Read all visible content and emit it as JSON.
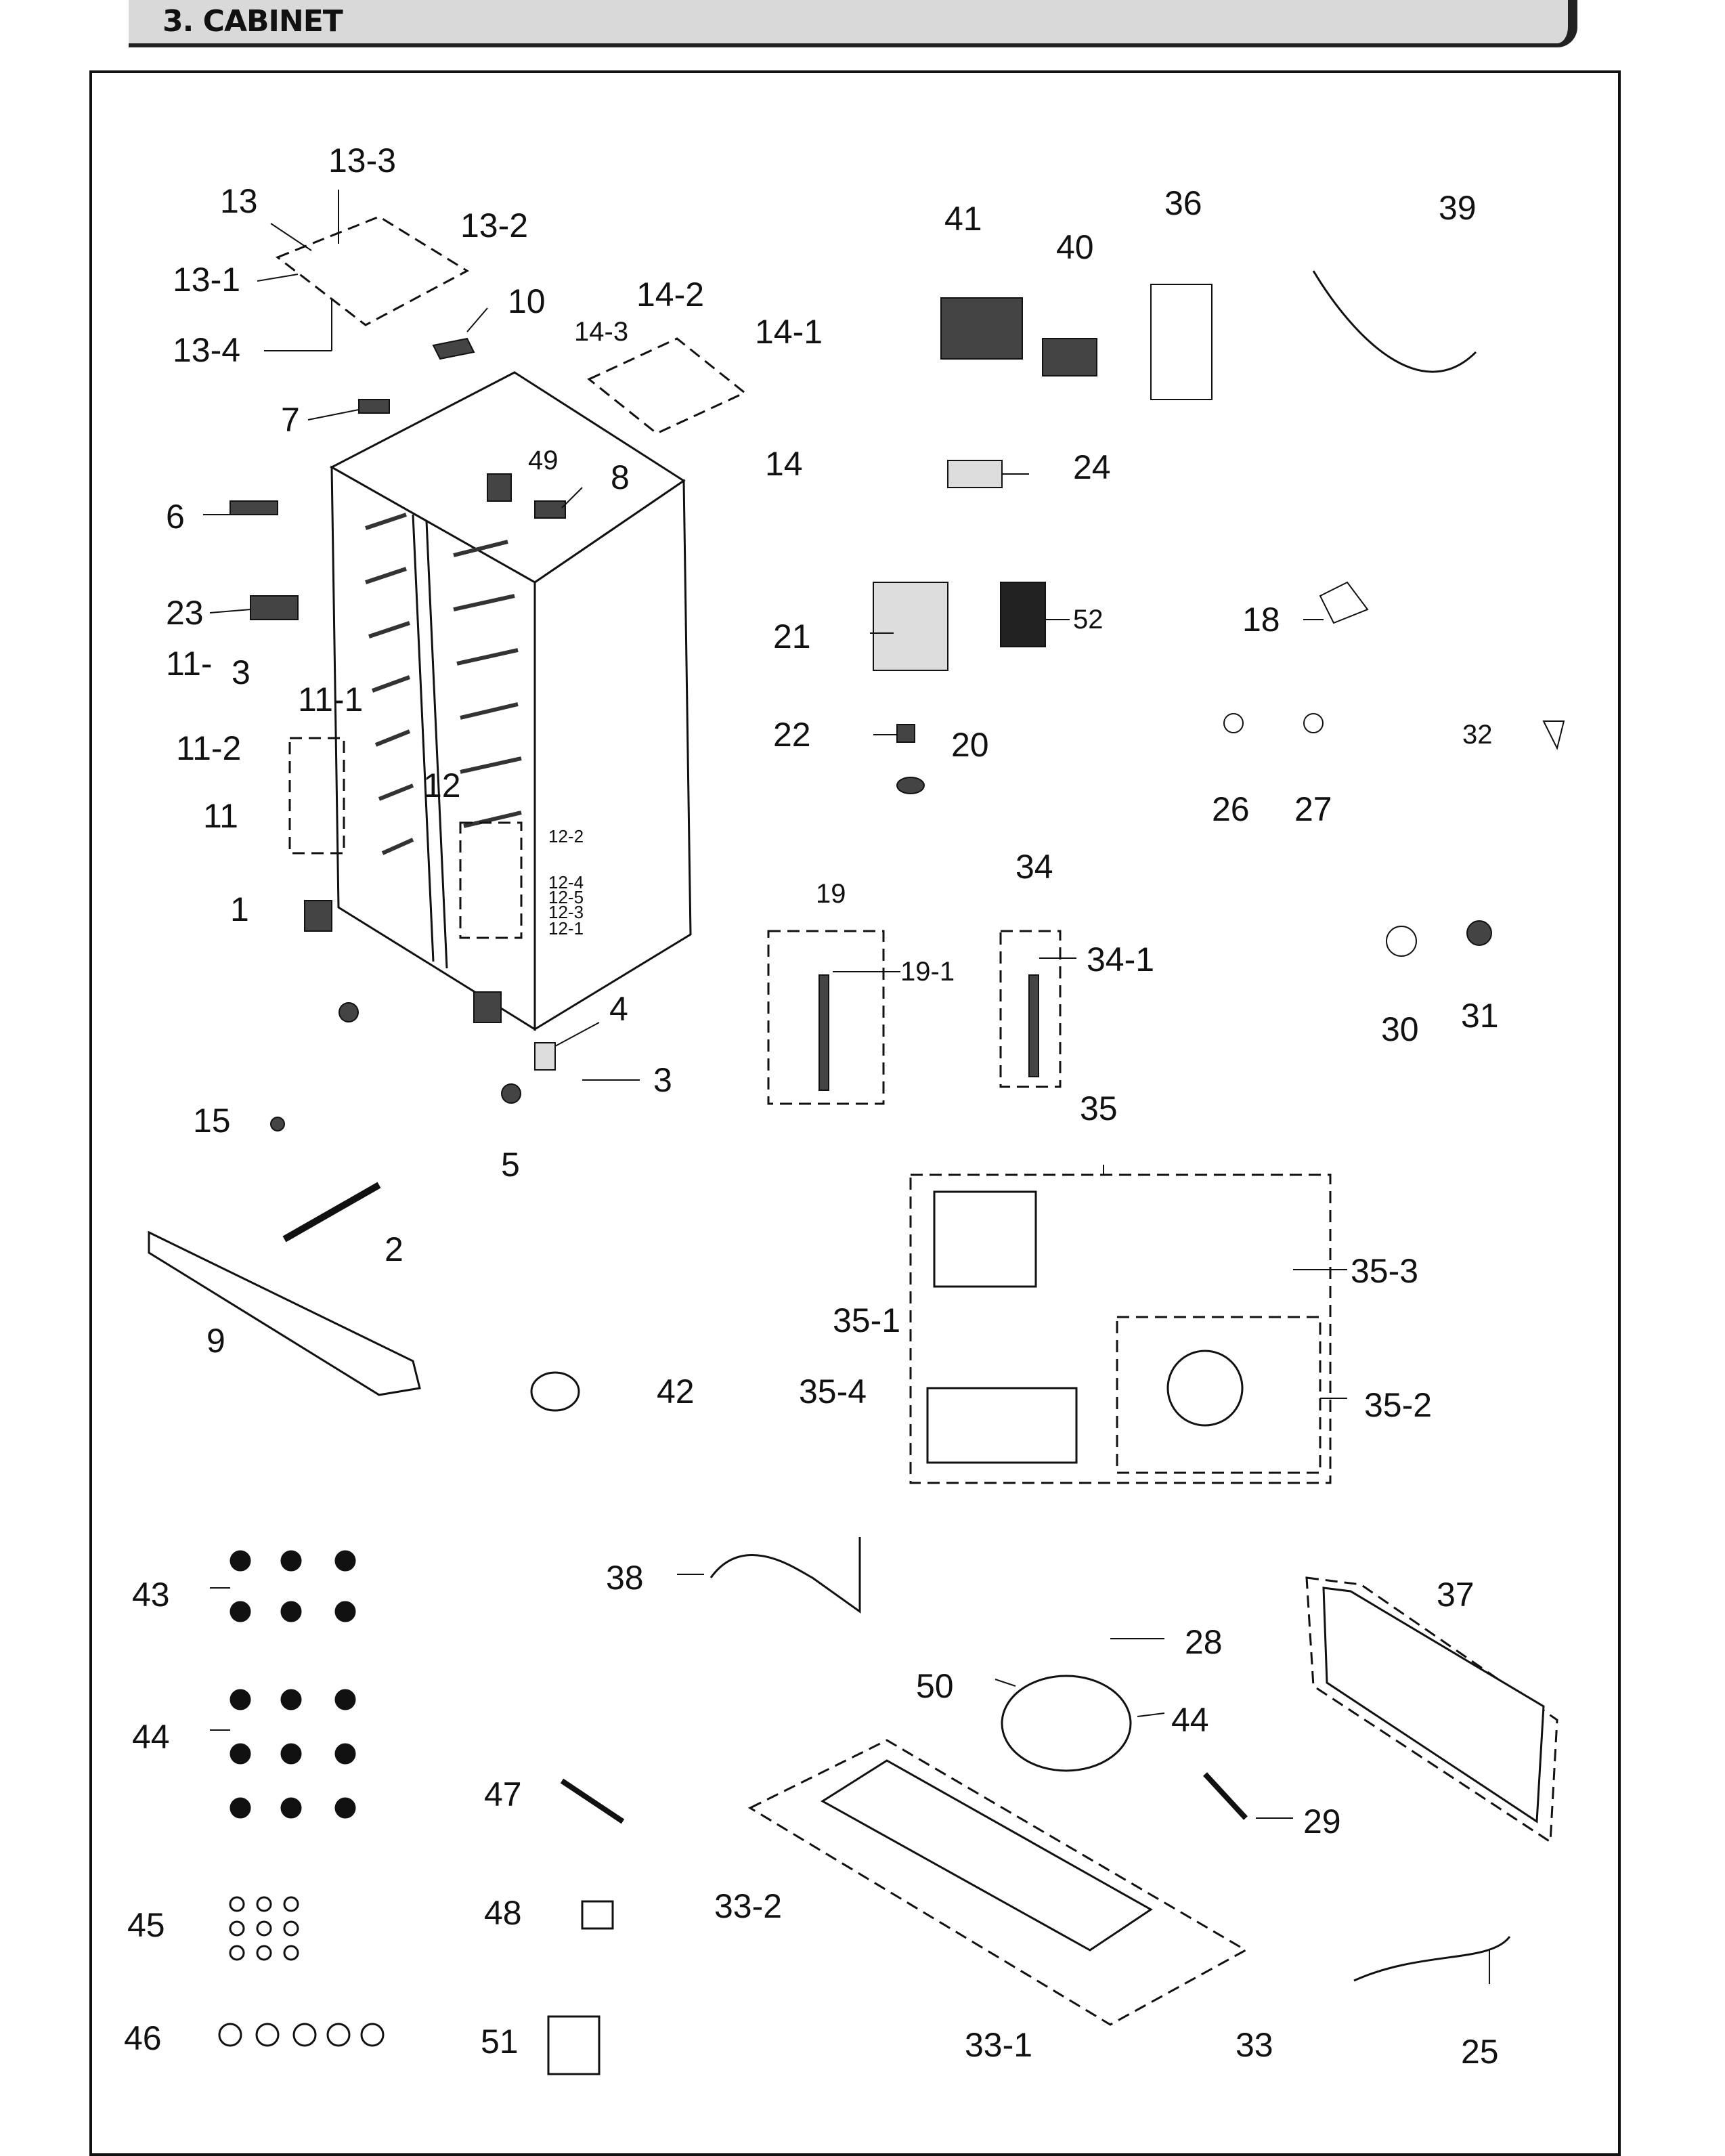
{
  "header": {
    "title": "3. CABINET"
  },
  "callouts": {
    "c13_3": "13-3",
    "c13": "13",
    "c13_2": "13-2",
    "c13_1": "13-1",
    "c13_4": "13-4",
    "c10": "10",
    "c14_2": "14-2",
    "c14_3": "14-3",
    "c14_1": "14-1",
    "c14": "14",
    "c7": "7",
    "c49": "49",
    "c8": "8",
    "c6": "6",
    "c23": "23",
    "c11_3a": "11-",
    "c11_3b": "3",
    "c11_1": "11-1",
    "c11_2": "11-2",
    "c11": "11",
    "c12": "12",
    "c12_2": "12-2",
    "c12_4": "12-4",
    "c12_5": "12-5",
    "c12_3": "12-3",
    "c12_1": "12-1",
    "c1": "1",
    "c4": "4",
    "c3": "3",
    "c5": "5",
    "c15": "15",
    "c2": "2",
    "c9": "9",
    "c42": "42",
    "c41": "41",
    "c40": "40",
    "c36": "36",
    "c39": "39",
    "c24": "24",
    "c21": "21",
    "c52": "52",
    "c18": "18",
    "c22": "22",
    "c20": "20",
    "c26": "26",
    "c27": "27",
    "c32": "32",
    "c19": "19",
    "c19_1": "19-1",
    "c34": "34",
    "c34_1": "34-1",
    "c30": "30",
    "c31": "31",
    "c35": "35",
    "c35_1": "35-1",
    "c35_3": "35-3",
    "c35_4": "35-4",
    "c35_2": "35-2",
    "c43": "43",
    "c44a": "44",
    "c45": "45",
    "c46": "46",
    "c38": "38",
    "c47": "47",
    "c48": "48",
    "c51": "51",
    "c37": "37",
    "c28": "28",
    "c50": "50",
    "c44b": "44",
    "c29": "29",
    "c33_2": "33-2",
    "c33_1": "33-1",
    "c33": "33",
    "c25": "25"
  }
}
